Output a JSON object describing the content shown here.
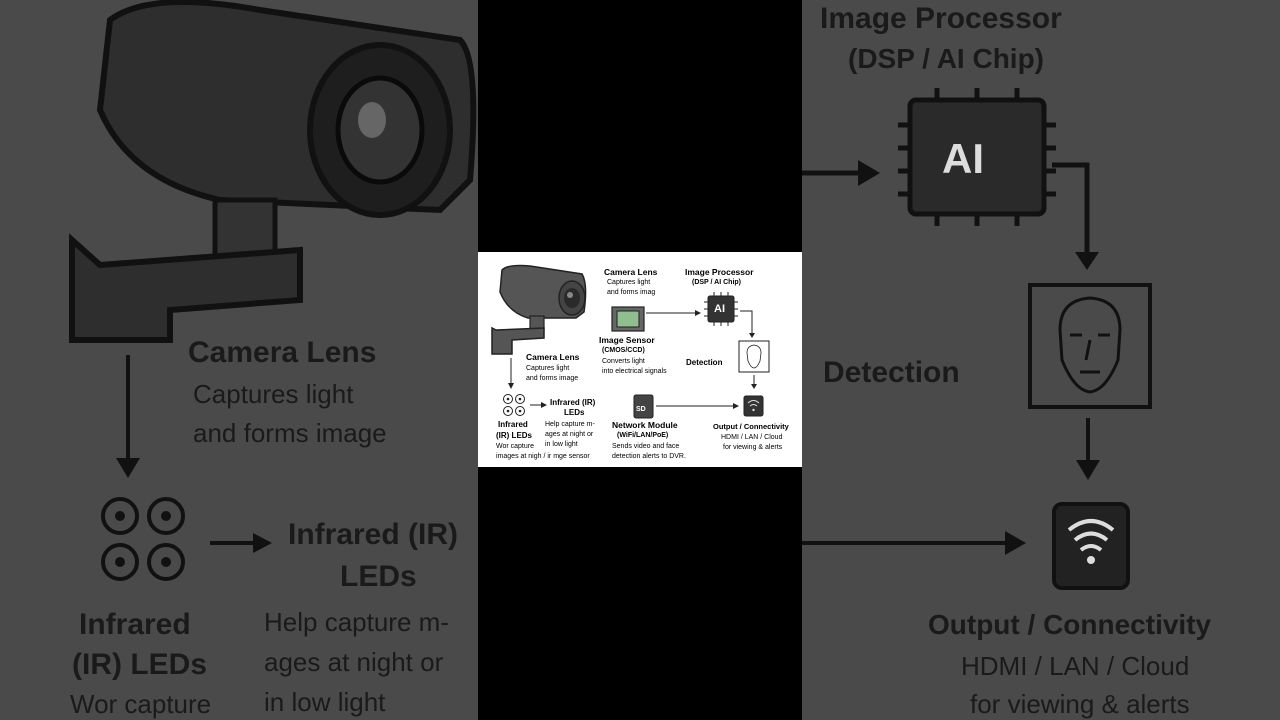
{
  "bg": {
    "left": {
      "lens_title": "Camera Lens",
      "lens_desc_1": "Captures light",
      "lens_desc_2": "and forms image",
      "ir_title_1": "Infrared (IR)",
      "ir_title_2": "LEDs",
      "ir_desc_1": "Help capture m-",
      "ir_desc_2": "ages at night or",
      "ir_desc_3": "in low light",
      "ir_label_1": "Infrared",
      "ir_label_2": "(IR) LEDs",
      "ir_label_3": "Wor capture"
    },
    "right": {
      "proc_title_1": "Image Processor",
      "proc_title_2": "(DSP / AI Chip)",
      "chip_text": "AI",
      "detection": "Detection",
      "out_title": "Output / Connectivity",
      "out_desc_1": "HDMI / LAN / Cloud",
      "out_desc_2": "for viewing & alerts"
    }
  },
  "diagram": {
    "lens_top_title": "Camera Lens",
    "lens_top_desc_1": "Captures light",
    "lens_top_desc_2": "and forms imag",
    "proc_title_1": "Image Processor",
    "proc_title_2": "(DSP / AI Chip)",
    "chip_text": "AI",
    "sensor_title": "Image Sensor",
    "sensor_sub": "(CMOS/CCD)",
    "sensor_desc_1": "Converts light",
    "sensor_desc_2": "into electrical signals",
    "lens_title": "Camera Lens",
    "lens_desc_1": "Captures light",
    "lens_desc_2": "and forms image",
    "detection": "Detection",
    "ir_title_1": "Infrared (IR)",
    "ir_title_2": "LEDs",
    "ir_desc_1": "Help capture m-",
    "ir_desc_2": "ages at night or",
    "ir_desc_3": "in low light",
    "ir_label_1": "Infrared",
    "ir_label_2": "(IR) LEDs",
    "ir_label_3": "Wor capture",
    "ir_label_4": "images at nigh / ir mge sensor",
    "sd_text": "SD",
    "net_title": "Network Module",
    "net_sub": "(WiFi/LAN/PoE)",
    "net_desc_1": "Sends video and face",
    "net_desc_2": "detection alerts to DVR.",
    "out_title": "Output / Connectivity",
    "out_desc_1": "HDMI / LAN / Cloud",
    "out_desc_2": "for viewing & alerts"
  }
}
